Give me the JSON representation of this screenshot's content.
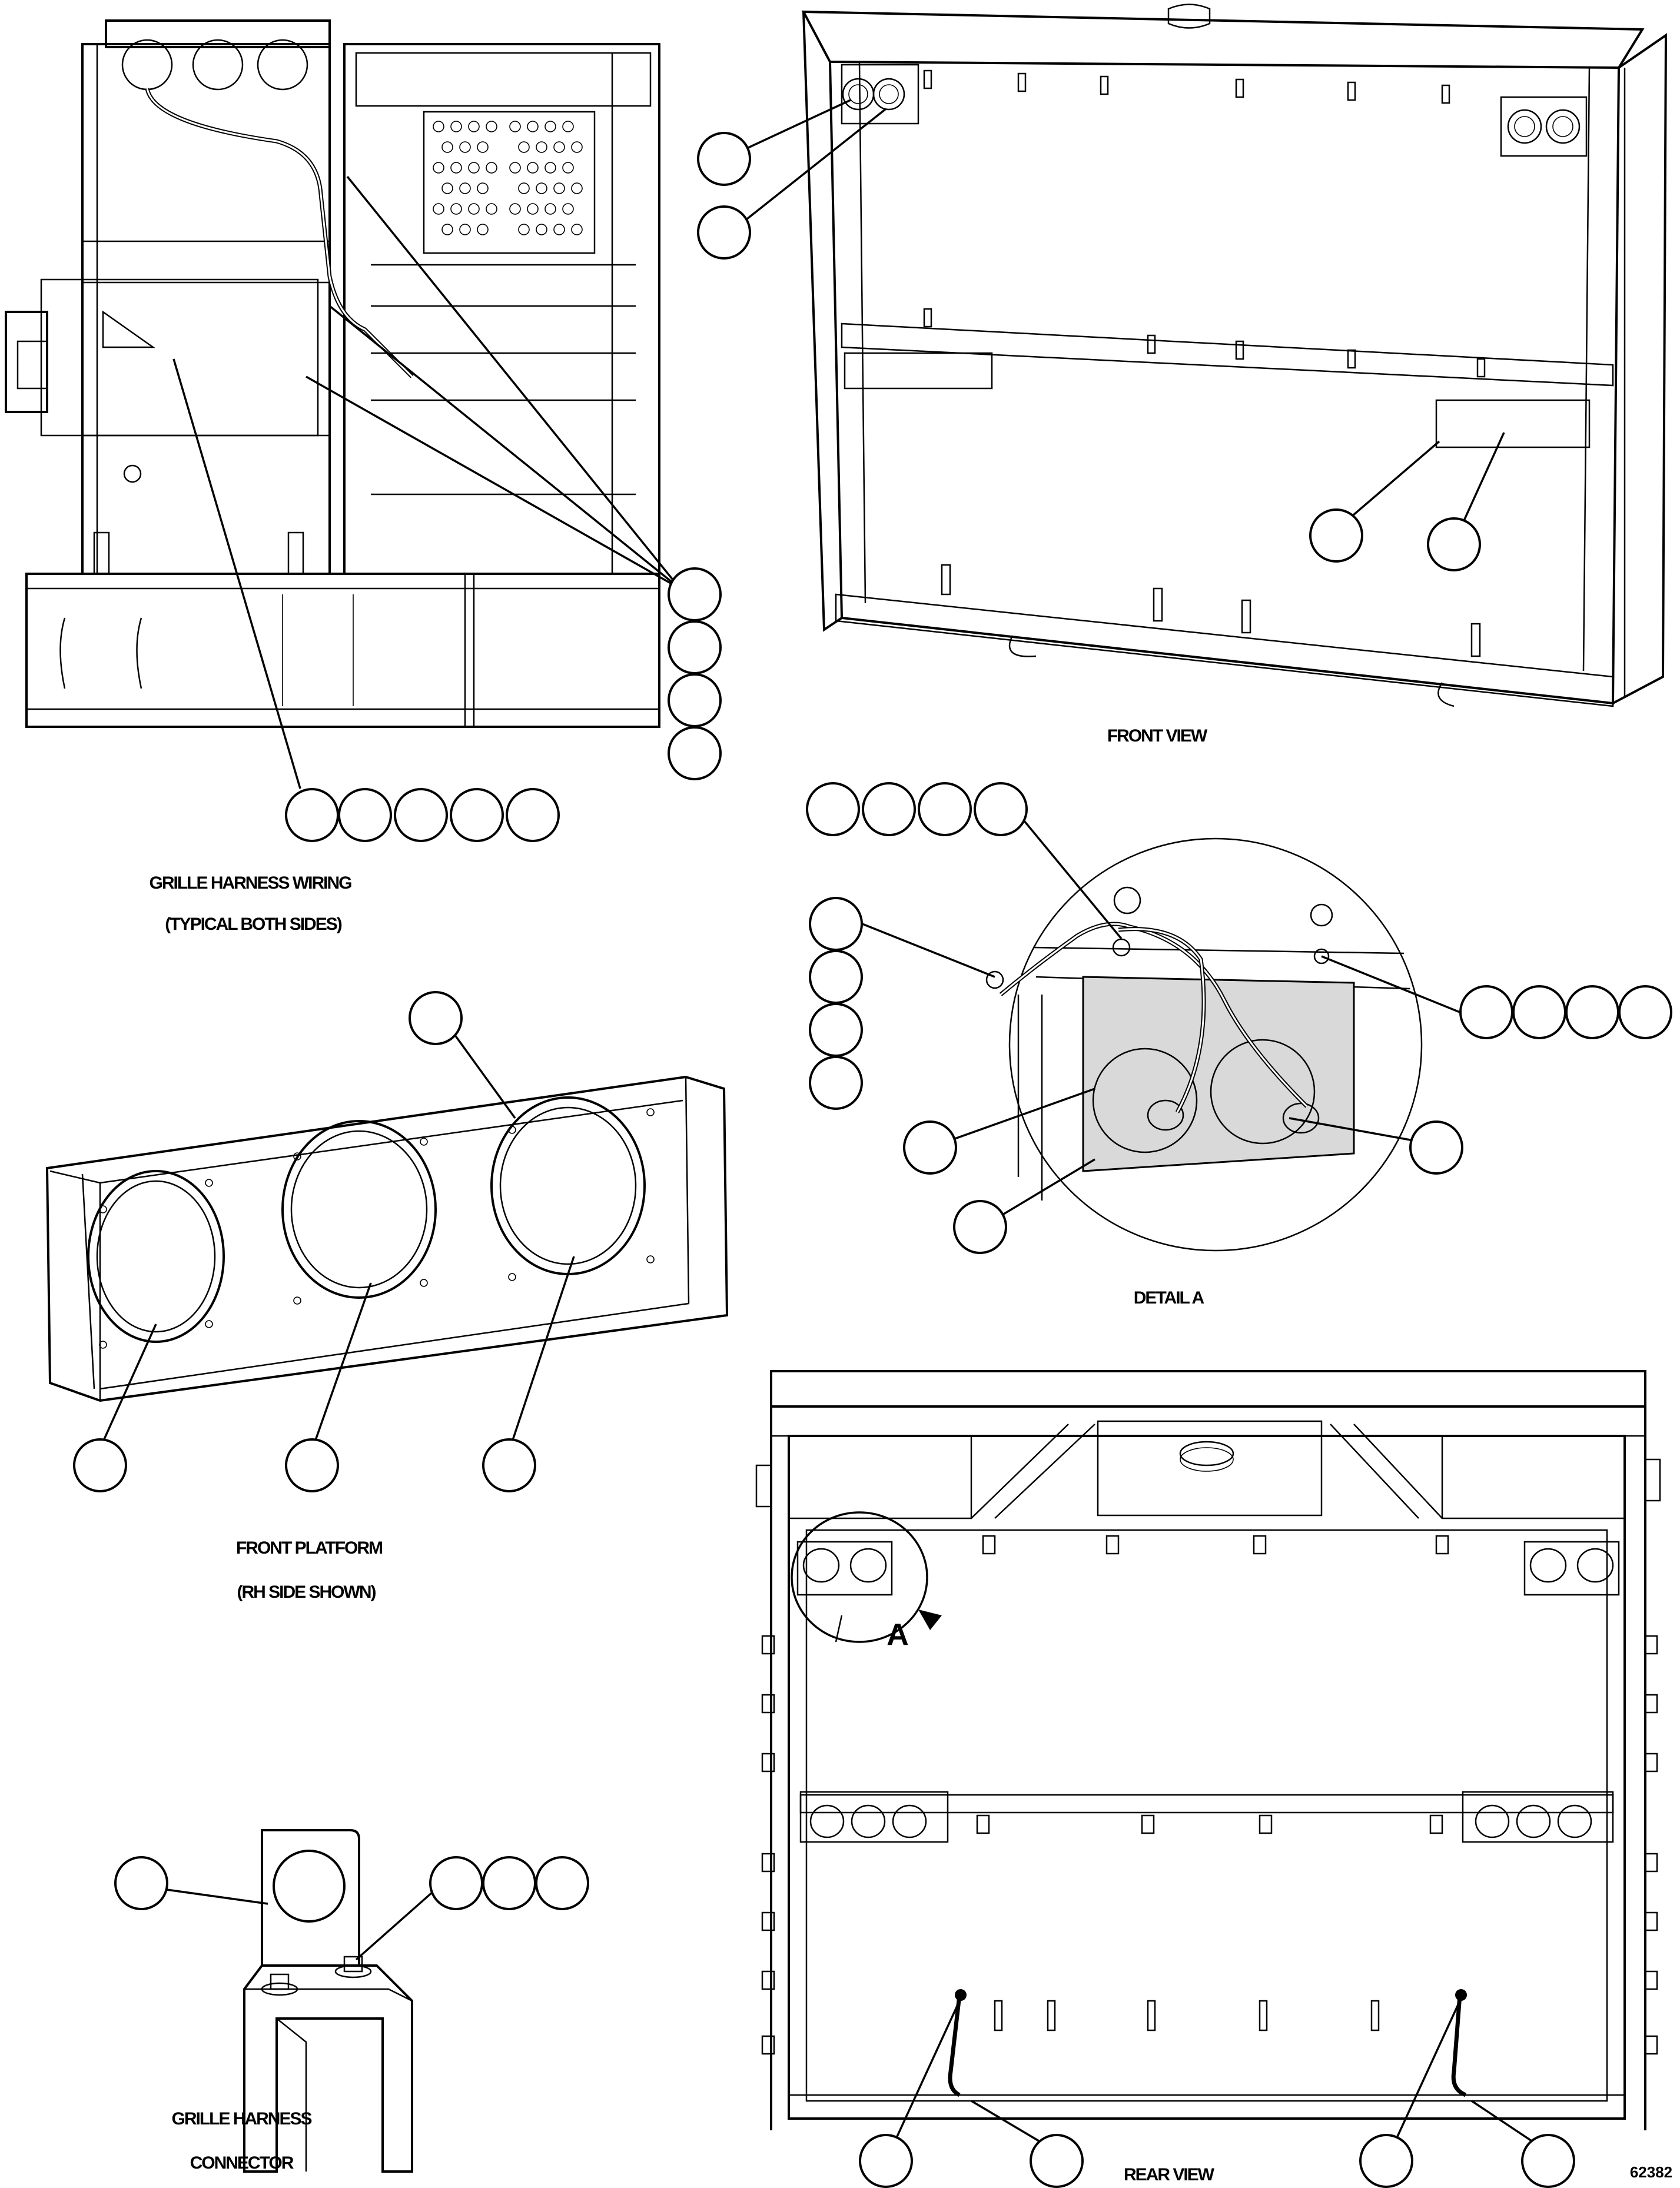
{
  "captions": {
    "grille_harness_wiring_line1": "GRILLE HARNESS WIRING",
    "grille_harness_wiring_line2": "(TYPICAL BOTH SIDES)",
    "front_view": "FRONT VIEW",
    "detail_a": "DETAIL A",
    "front_platform_line1": "FRONT PLATFORM",
    "front_platform_line2": "(RH SIDE SHOWN)",
    "grille_harness_connector_line1": "GRILLE HARNESS",
    "grille_harness_connector_line2": "CONNECTOR",
    "rear_view": "REAR VIEW",
    "detail_marker": "A",
    "figure_number": "62382"
  },
  "colors": {
    "ink": "#000000",
    "background": "#ffffff",
    "shade": "#d9d9d9"
  }
}
